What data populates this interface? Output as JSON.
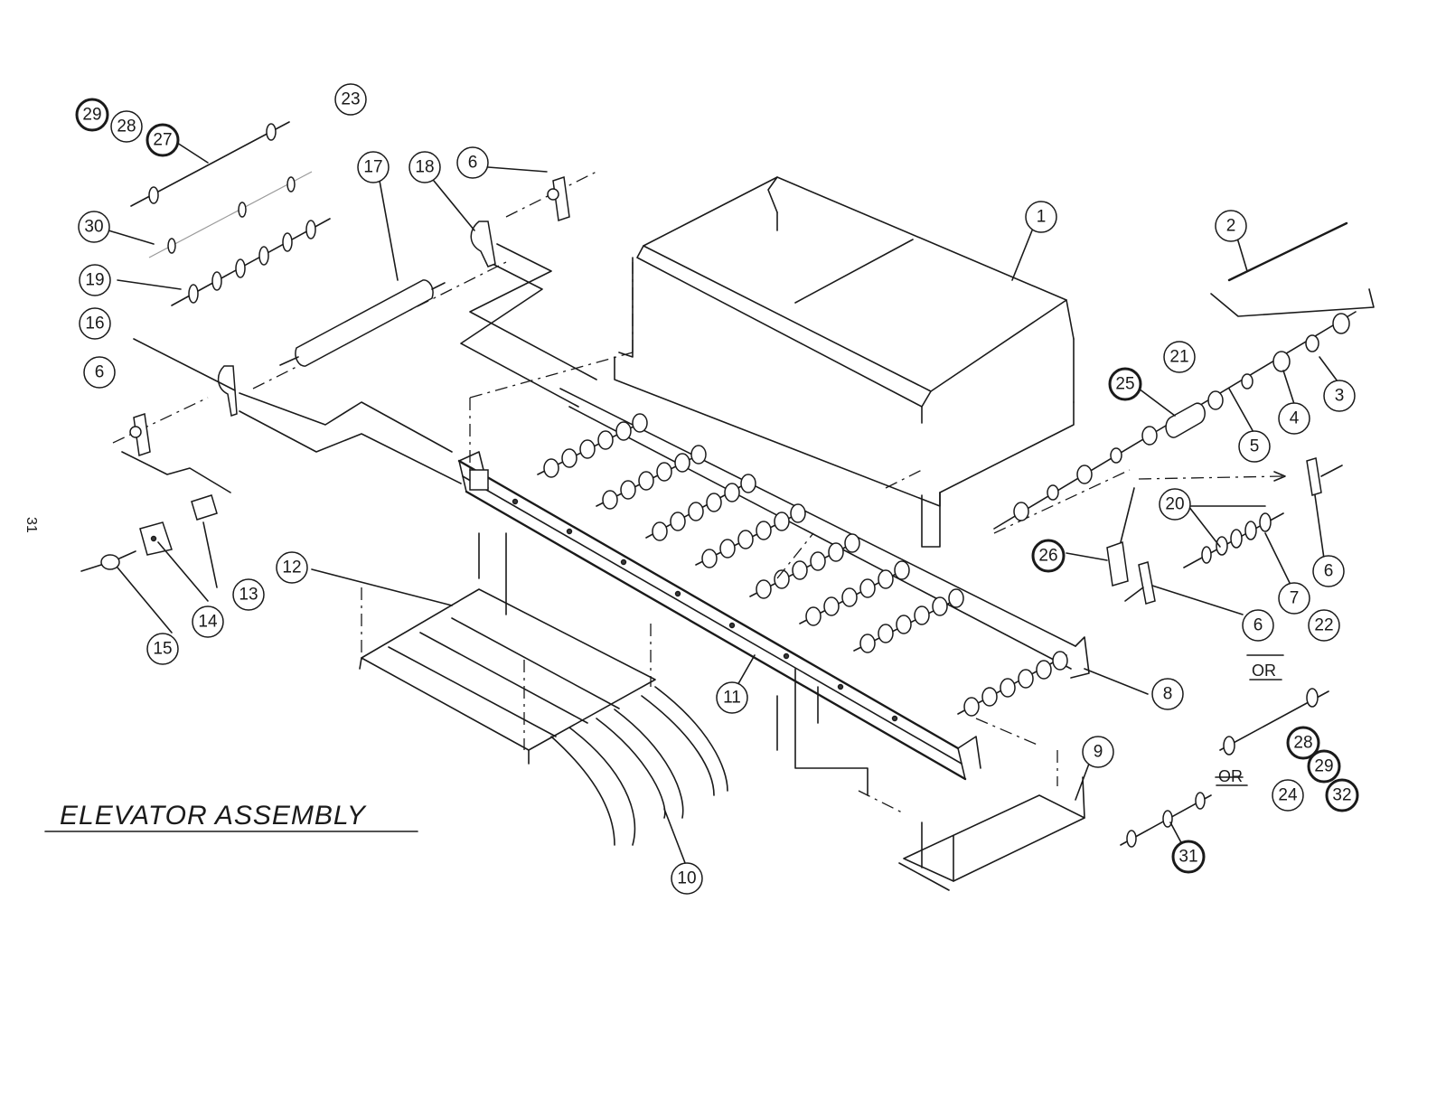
{
  "title": "ELEVATOR ASSEMBLY",
  "page_number": "31",
  "or_labels": [
    "OR",
    "OR"
  ],
  "callouts": [
    "1",
    "2",
    "3",
    "4",
    "5",
    "6",
    "6",
    "6",
    "6",
    "7",
    "8",
    "9",
    "10",
    "11",
    "12",
    "13",
    "14",
    "15",
    "16",
    "17",
    "18",
    "19",
    "20",
    "21",
    "22",
    "23",
    "24",
    "25",
    "26",
    "27",
    "28",
    "28",
    "29",
    "29",
    "30",
    "31",
    "32"
  ]
}
